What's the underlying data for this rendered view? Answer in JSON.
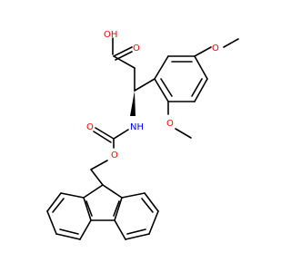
{
  "molecule": {
    "colors": {
      "carbon_bond": "#000000",
      "oxygen": "#ff0000",
      "nitrogen": "#0000ff",
      "background": "#ffffff"
    },
    "labels": {
      "acid_oh": "OH",
      "acid_o": "O",
      "nh": "NH",
      "carbamate_o_dbl": "O",
      "carbamate_o_single": "O",
      "methoxy_o_top": "O",
      "methoxy_o_side": "O"
    }
  }
}
